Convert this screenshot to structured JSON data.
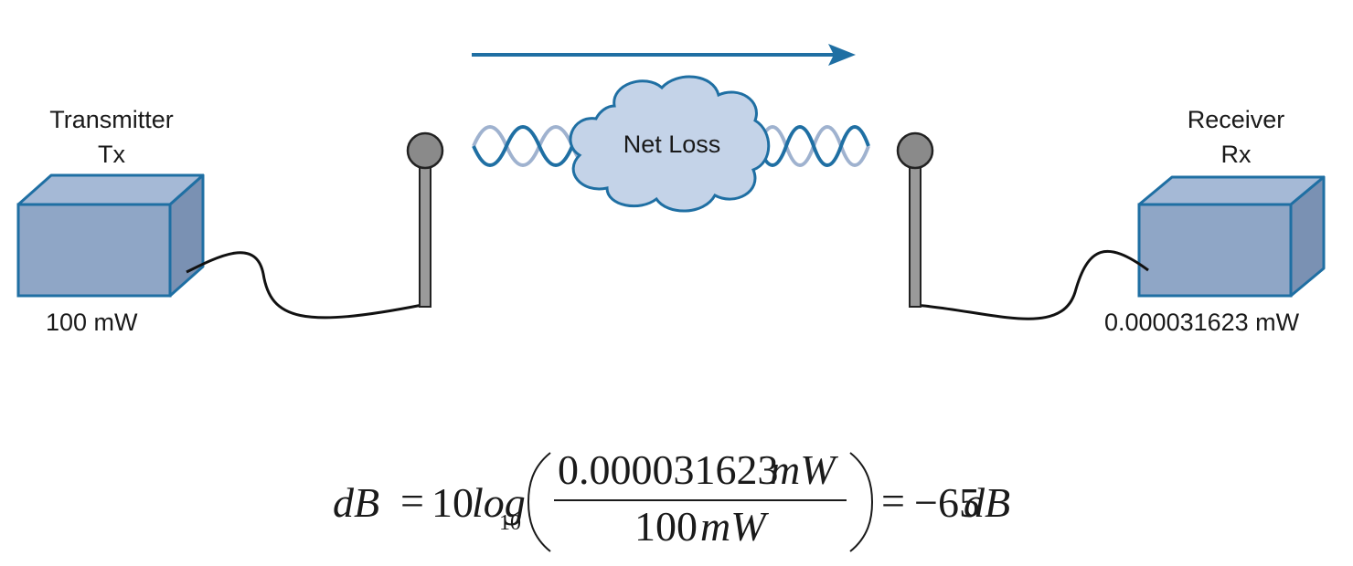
{
  "transmitter": {
    "title": "Transmitter",
    "abbr": "Tx",
    "power": "100 mW"
  },
  "receiver": {
    "title": "Receiver",
    "abbr": "Rx",
    "power": "0.000031623 mW"
  },
  "cloud": {
    "label": "Net Loss"
  },
  "formula": {
    "lhs": "dB",
    "equals1": "=",
    "coef": "10",
    "log": "log",
    "base": "10",
    "numerator_value": "0.000031623",
    "numerator_unit": "mW",
    "denominator_value": "100",
    "denominator_unit": "mW",
    "equals2": "=",
    "result_value": "−65",
    "result_unit": "dB"
  },
  "colors": {
    "box_front": "#8fa6c6",
    "box_side": "#7a91b3",
    "box_top": "#a5b9d6",
    "box_edge": "#1f6fa3",
    "arrow": "#1f6fa3",
    "wave_dark": "#1f6fa3",
    "wave_light": "#9fb2cf",
    "cloud_fill": "#c4d3e8",
    "cloud_edge": "#1f6fa3",
    "antenna_head": "#8a8a8a",
    "antenna_mast": "#9a9a9a",
    "cable": "#111111"
  }
}
